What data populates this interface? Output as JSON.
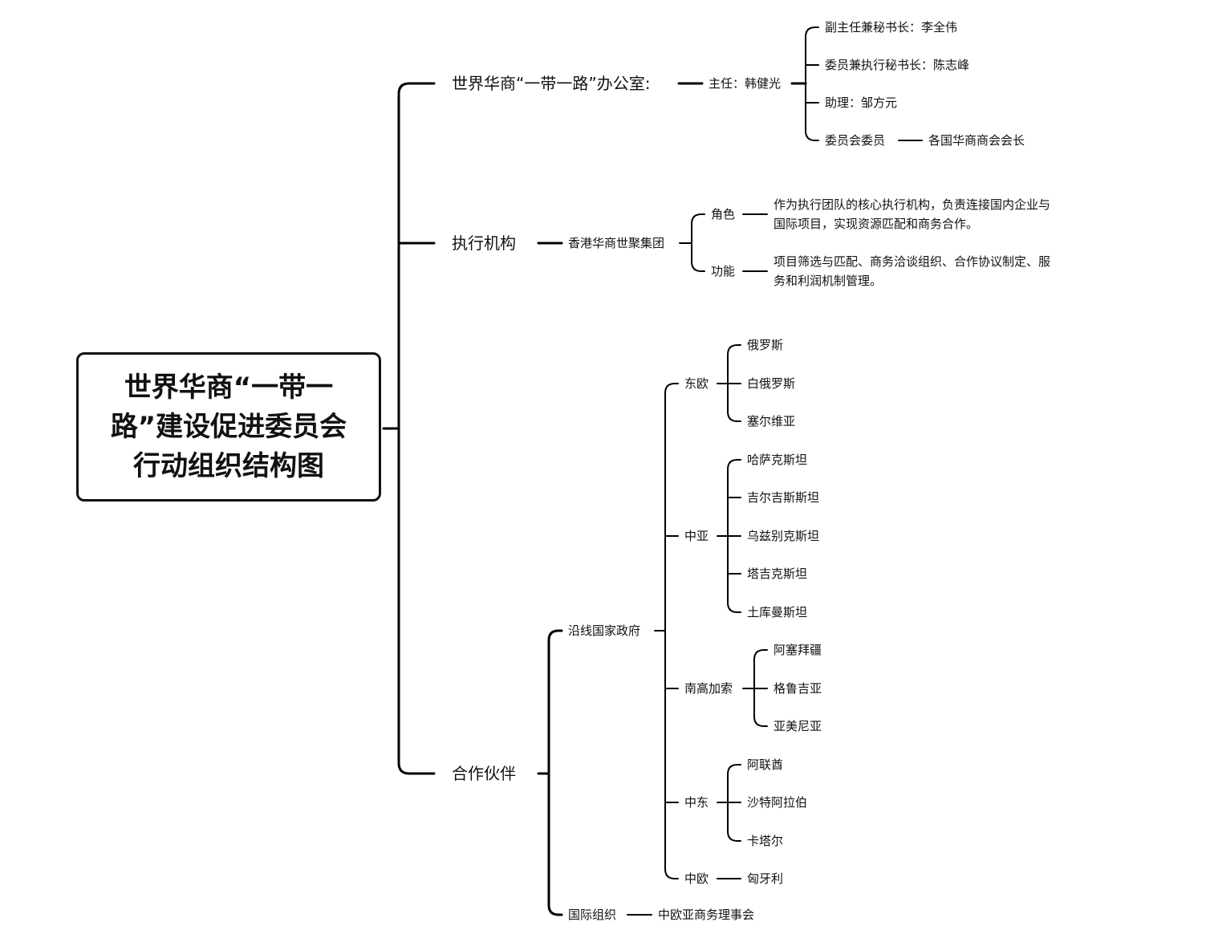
{
  "root": {
    "title": "世界华商“一带一路”建设促进委员会行动组织结构图"
  },
  "office": {
    "label": "世界华商“一带一路”办公室:",
    "director": "主任：韩健光",
    "members": [
      "副主任兼秘书长：李全伟",
      "委员兼执行秘书长：陈志峰",
      "助理：邹方元",
      "委员会委员"
    ],
    "committee_detail": "各国华商商会会长"
  },
  "executive": {
    "label": "执行机构",
    "group": "香港华商世聚集团",
    "role_label": "角色",
    "role_text": "作为执行团队的核心执行机构，负责连接国内企业与国际项目，实现资源匹配和商务合作。",
    "function_label": "功能",
    "function_text": "项目筛选与匹配、商务洽谈组织、合作协议制定、服务和利润机制管理。"
  },
  "partners": {
    "label": "合作伙伴",
    "governments": {
      "label": "沿线国家政府",
      "regions": [
        {
          "name": "东欧",
          "countries": [
            "俄罗斯",
            "白俄罗斯",
            "塞尔维亚"
          ]
        },
        {
          "name": "中亚",
          "countries": [
            "哈萨克斯坦",
            "吉尔吉斯斯坦",
            "乌兹别克斯坦",
            "塔吉克斯坦",
            "土库曼斯坦"
          ]
        },
        {
          "name": "南高加索",
          "countries": [
            "阿塞拜疆",
            "格鲁吉亚",
            "亚美尼亚"
          ]
        },
        {
          "name": "中东",
          "countries": [
            "阿联酋",
            "沙特阿拉伯",
            "卡塔尔"
          ]
        },
        {
          "name": "中欧",
          "countries": [
            "匈牙利"
          ]
        }
      ]
    },
    "international": {
      "label": "国际组织",
      "detail": "中欧亚商务理事会"
    }
  }
}
